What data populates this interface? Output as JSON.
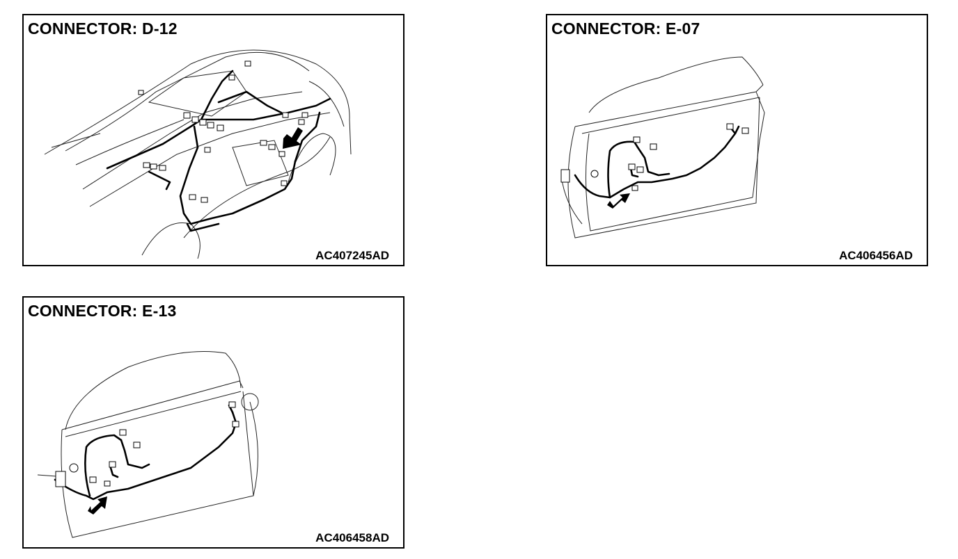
{
  "panels": [
    {
      "title": "CONNECTOR: D-12",
      "code": "AC407245AD"
    },
    {
      "title": "CONNECTOR: E-07",
      "code": "AC406456AD"
    },
    {
      "title": "CONNECTOR: E-13",
      "code": "AC406458AD"
    }
  ]
}
